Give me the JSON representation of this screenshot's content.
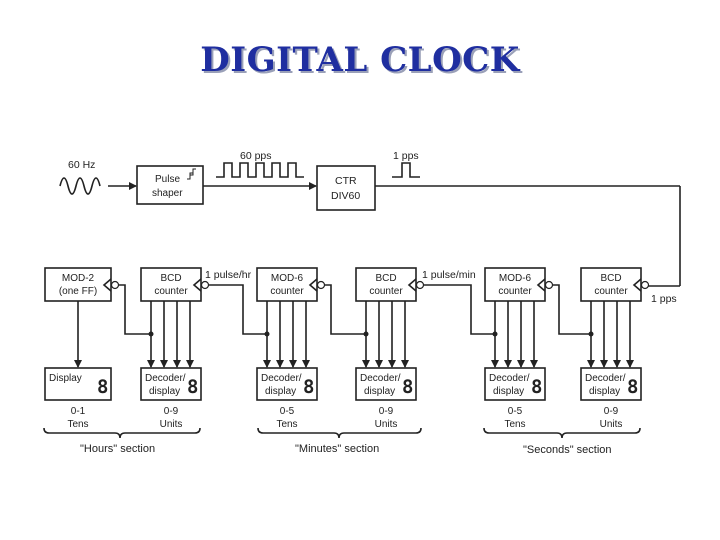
{
  "title": "DIGITAL CLOCK",
  "input": {
    "freq": "60 Hz"
  },
  "shaper": {
    "line1": "Pulse",
    "line2": "shaper"
  },
  "signals": {
    "pps60": "60 pps",
    "pps1_top": "1 pps",
    "pps1_right": "1 pps",
    "pulse_hr": "1 pulse/hr",
    "pulse_min": "1 pulse/min"
  },
  "ctr": {
    "line1": "CTR",
    "line2": "DIV60"
  },
  "counters": [
    {
      "line1": "MOD-2",
      "line2": "(one FF)"
    },
    {
      "line1": "BCD",
      "line2": "counter"
    },
    {
      "line1": "MOD-6",
      "line2": "counter"
    },
    {
      "line1": "BCD",
      "line2": "counter"
    },
    {
      "line1": "MOD-6",
      "line2": "counter"
    },
    {
      "line1": "BCD",
      "line2": "counter"
    }
  ],
  "displays": [
    {
      "line1": "Display",
      "line2": "",
      "digit": "8",
      "range": "0-1",
      "place": "Tens"
    },
    {
      "line1": "Decoder/",
      "line2": "display",
      "digit": "8",
      "range": "0-9",
      "place": "Units"
    },
    {
      "line1": "Decoder/",
      "line2": "display",
      "digit": "8",
      "range": "0-5",
      "place": "Tens"
    },
    {
      "line1": "Decoder/",
      "line2": "display",
      "digit": "8",
      "range": "0-9",
      "place": "Units"
    },
    {
      "line1": "Decoder/",
      "line2": "display",
      "digit": "8",
      "range": "0-5",
      "place": "Tens"
    },
    {
      "line1": "Decoder/",
      "line2": "display",
      "digit": "8",
      "range": "0-9",
      "place": "Units"
    }
  ],
  "sections": [
    "\"Hours\" section",
    "\"Minutes\" section",
    "\"Seconds\" section"
  ]
}
